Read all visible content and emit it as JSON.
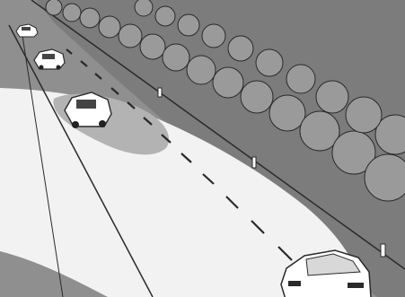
{
  "figure": {
    "kind": "night-driving headlight illustration",
    "colors": {
      "road_dark": "#8f8f8f",
      "verge_dark": "#7c7c7c",
      "beam_light": "#f2f2f2",
      "spot_mid": "#b3b3b3",
      "ink": "#2a2a2a",
      "car_body": "#ffffff",
      "tree_fill": "#9a9a9a"
    },
    "vehicles": [
      {
        "name": "oncoming-car-far",
        "icon": "car-icon"
      },
      {
        "name": "oncoming-car-middle",
        "icon": "car-icon"
      },
      {
        "name": "oncoming-car-near",
        "icon": "car-icon"
      },
      {
        "name": "own-car",
        "icon": "car-icon"
      }
    ],
    "features": [
      "high-beam-area",
      "dipped-beam-spot",
      "lane-dashes",
      "roadside-trees",
      "delineator-posts"
    ]
  }
}
